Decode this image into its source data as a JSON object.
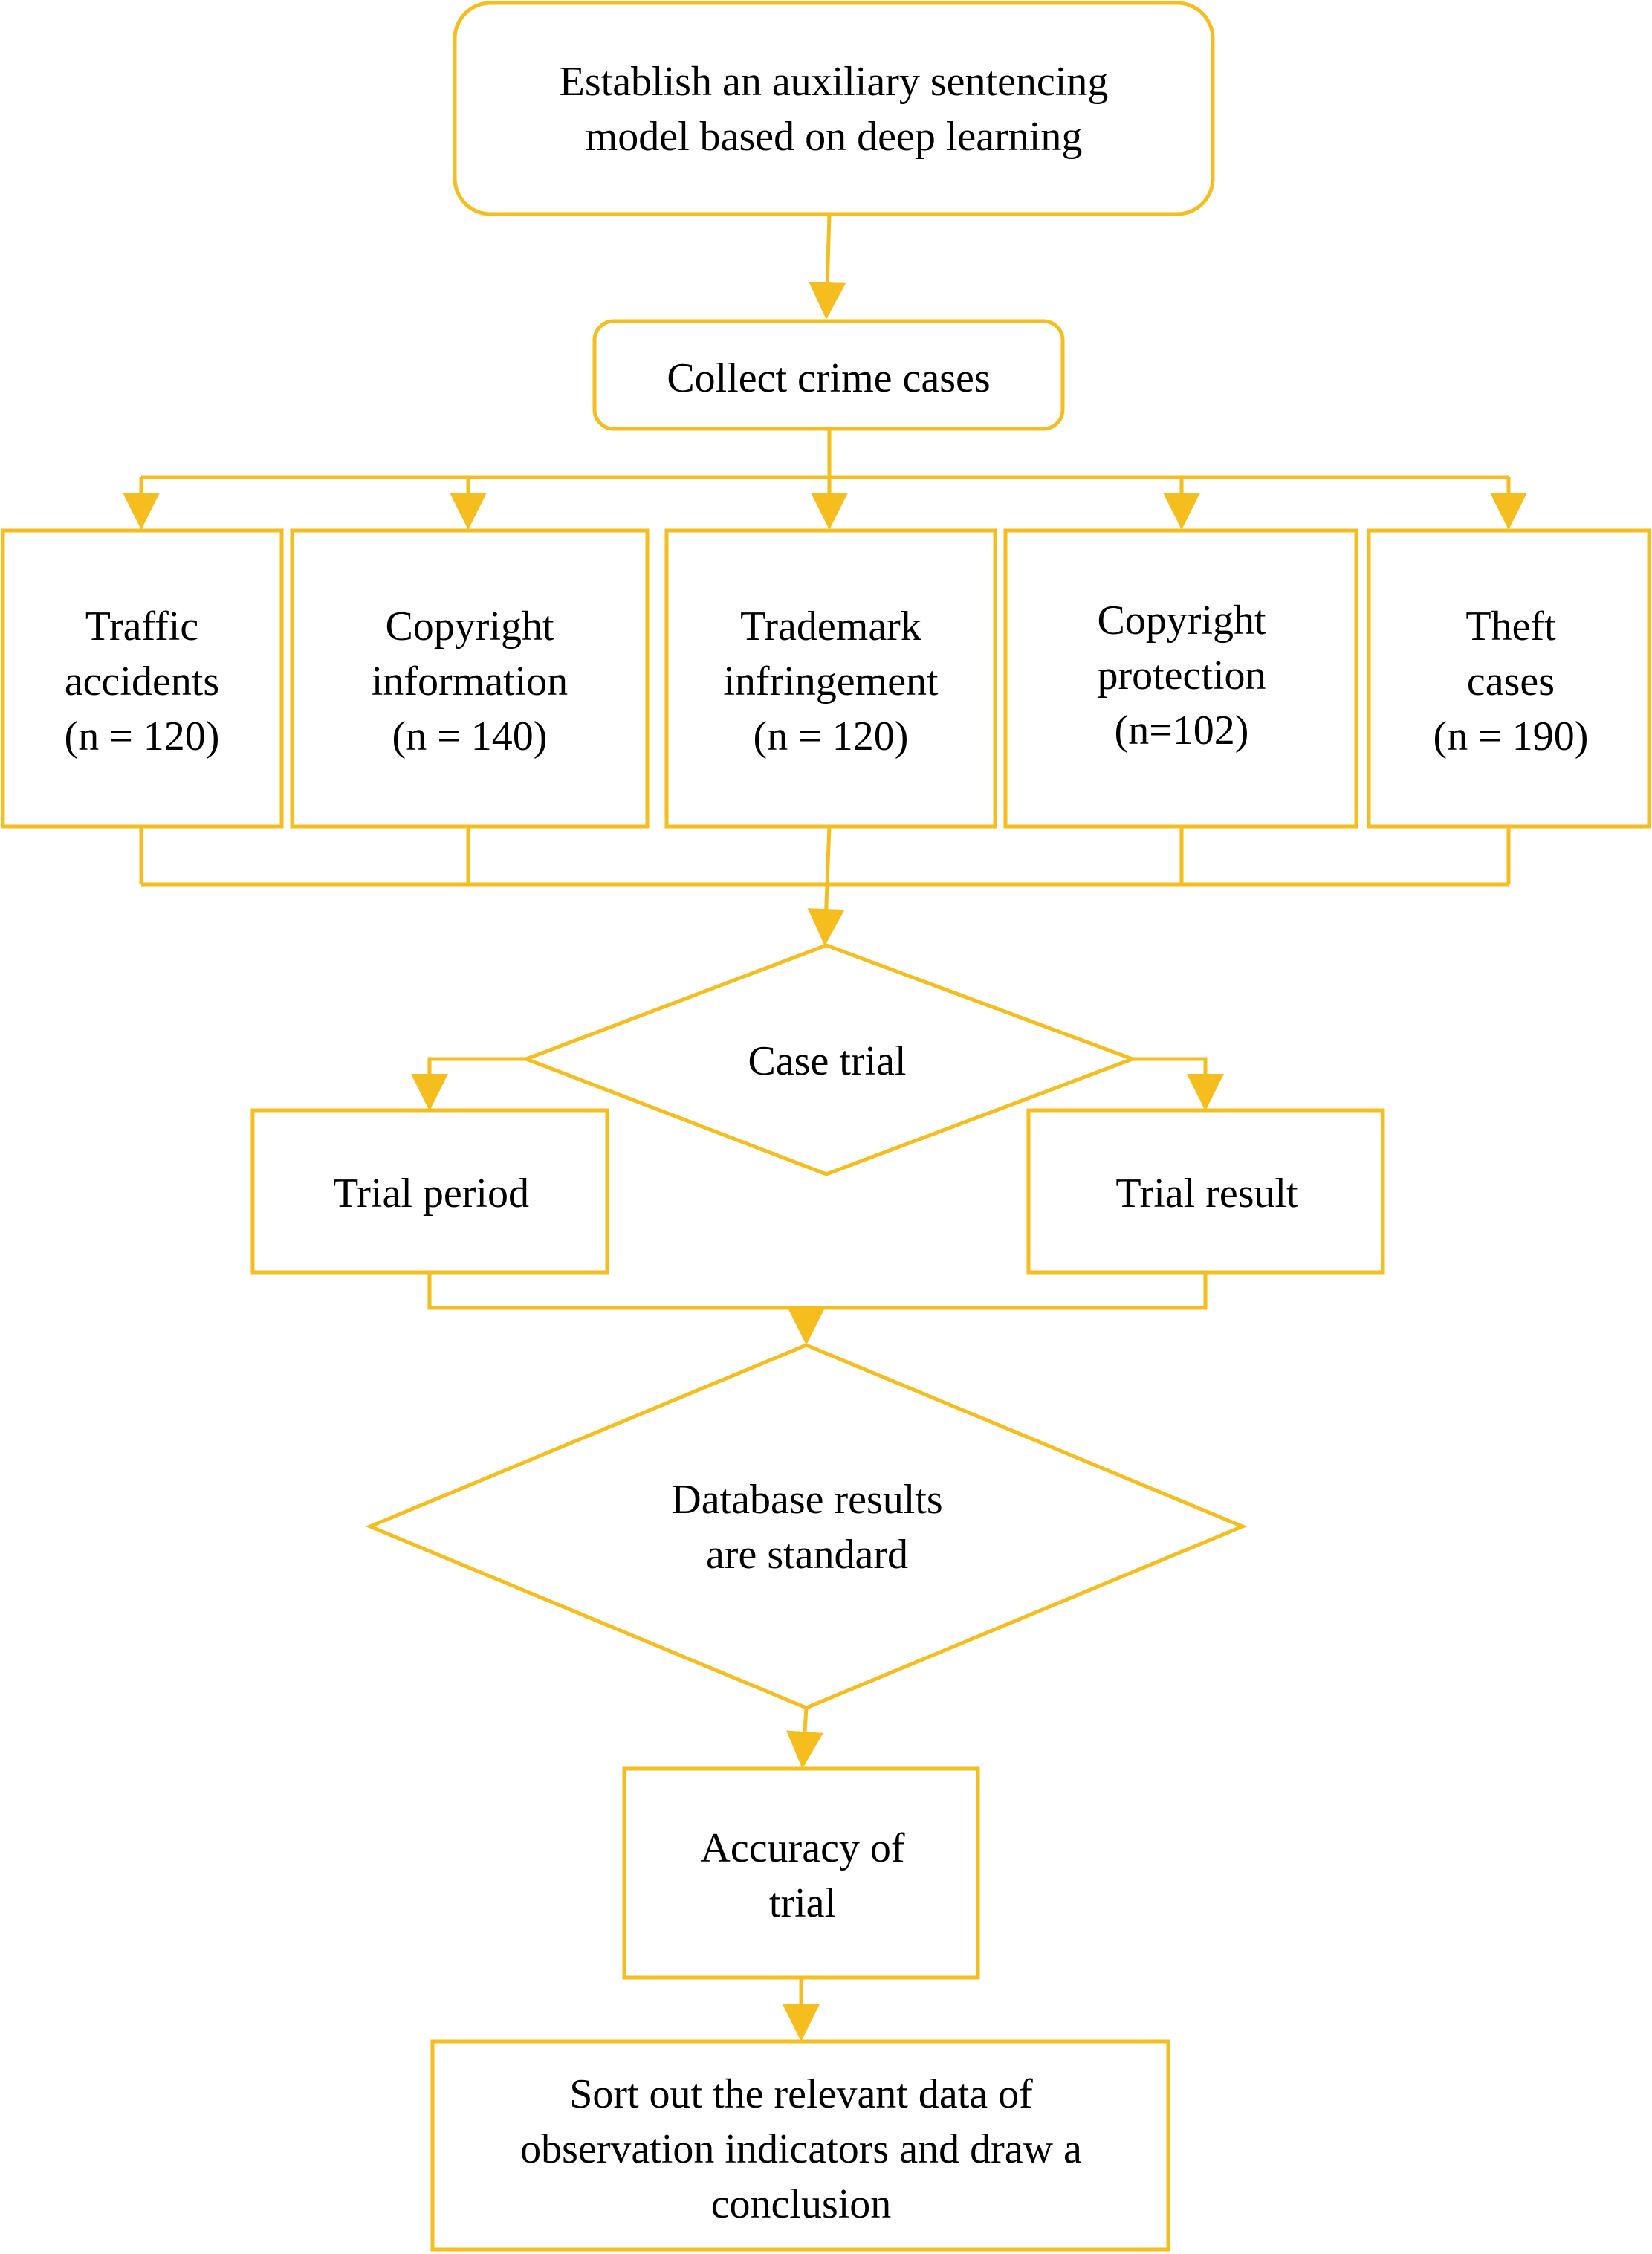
{
  "colors": {
    "accent": "#F5BE1E",
    "text": "#000000",
    "background": "#FFFFFF"
  },
  "nodes": {
    "establish": {
      "lines": [
        "Establish an auxiliary sentencing",
        "model based on deep learning"
      ]
    },
    "collect": {
      "lines": [
        "Collect crime cases"
      ]
    },
    "traffic": {
      "lines": [
        "Traffic",
        "accidents",
        "(n = 120)"
      ]
    },
    "copyright_info": {
      "lines": [
        "Copyright",
        "information",
        "(n = 140)"
      ]
    },
    "trademark": {
      "lines": [
        "Trademark",
        "infringement",
        "(n = 120)"
      ]
    },
    "copyright_prot": {
      "lines": [
        "Copyright",
        "protection",
        "(n=102)"
      ]
    },
    "theft": {
      "lines": [
        "Theft",
        "cases",
        "(n = 190)"
      ]
    },
    "case_trial": {
      "lines": [
        "Case trial"
      ]
    },
    "trial_period": {
      "lines": [
        "Trial period"
      ]
    },
    "trial_result": {
      "lines": [
        "Trial result"
      ]
    },
    "database": {
      "lines": [
        "Database results",
        "are standard"
      ]
    },
    "accuracy": {
      "lines": [
        "Accuracy of",
        "trial"
      ]
    },
    "sort_out": {
      "lines": [
        "Sort out the relevant data of",
        "observation indicators and draw a",
        "conclusion"
      ]
    }
  }
}
